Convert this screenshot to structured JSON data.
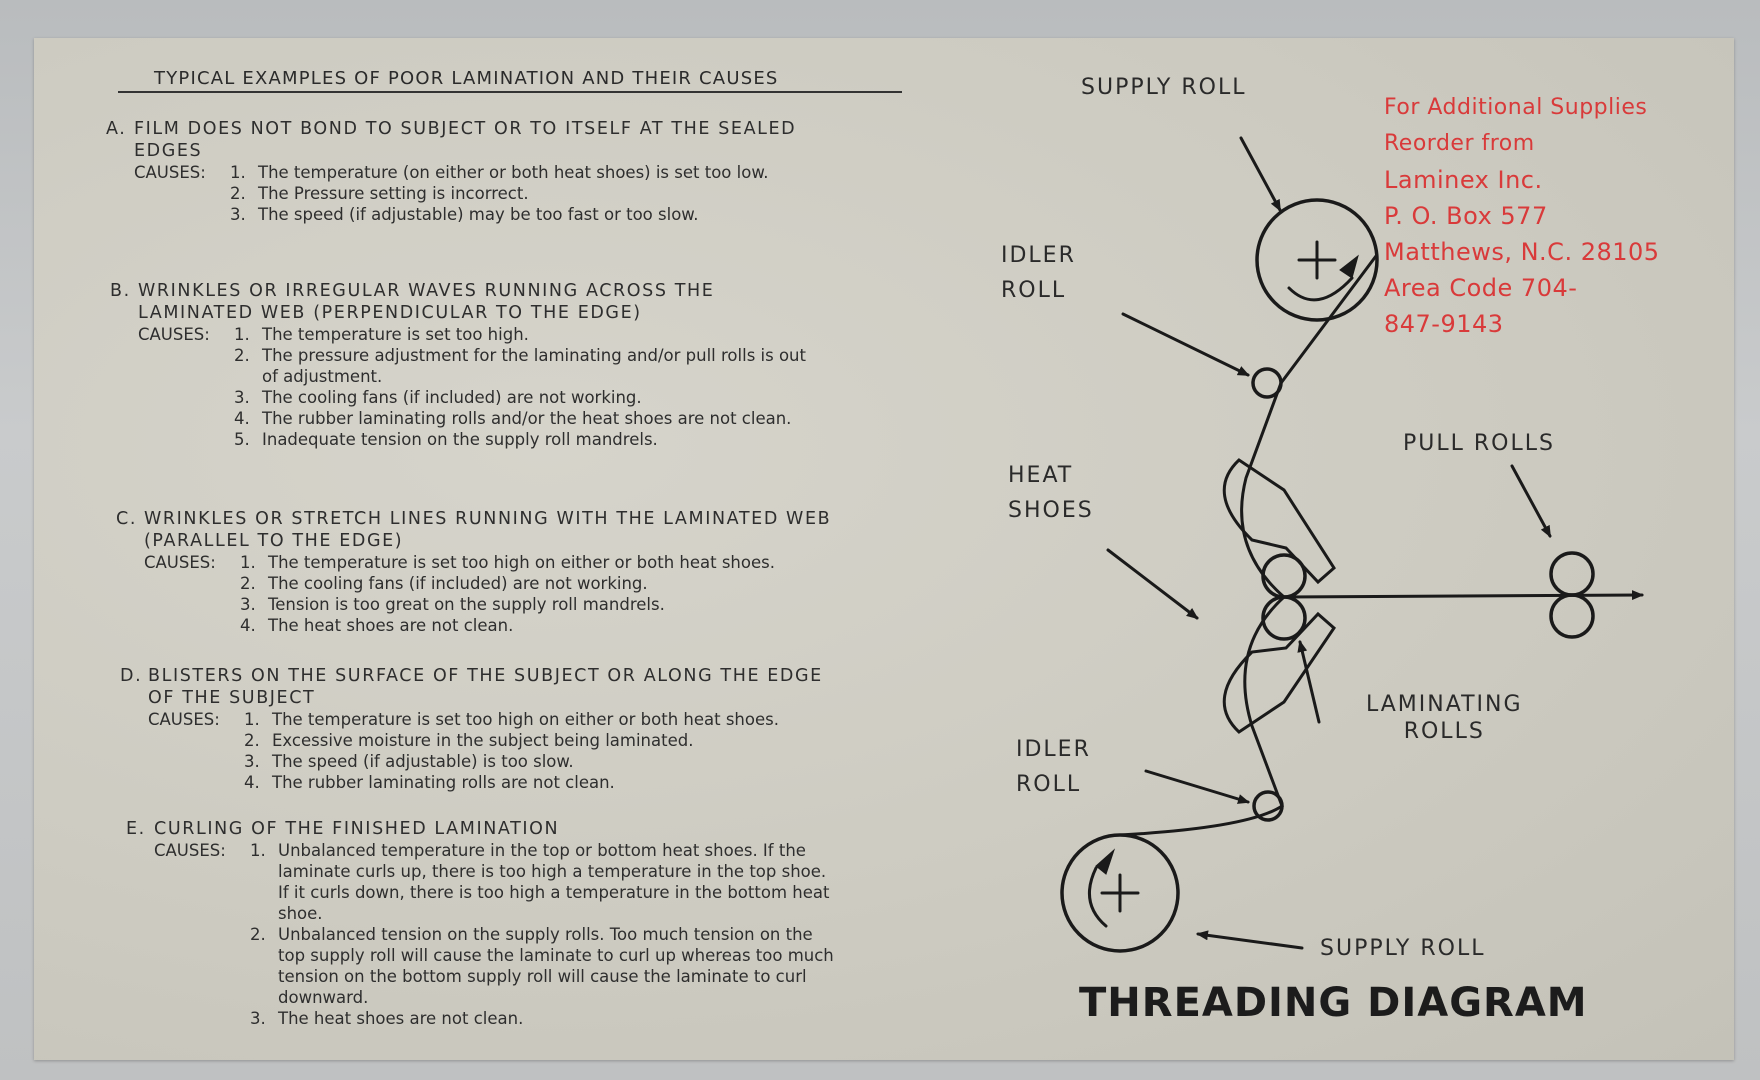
{
  "section_title": "TYPICAL EXAMPLES OF POOR LAMINATION AND THEIR CAUSES",
  "causes_label": "CAUSES:",
  "problems": [
    {
      "letter": "A.",
      "title": "FILM DOES NOT BOND TO SUBJECT OR TO ITSELF AT THE SEALED EDGES",
      "causes": [
        {
          "num": "1.",
          "text": "The temperature (on either or both heat shoes) is set too low."
        },
        {
          "num": "2.",
          "text": "The Pressure setting is incorrect."
        },
        {
          "num": "3.",
          "text": "The speed (if adjustable) may be too fast or too slow."
        }
      ]
    },
    {
      "letter": "B.",
      "title": "WRINKLES OR IRREGULAR WAVES RUNNING ACROSS THE LAMINATED WEB (PERPENDICULAR TO THE EDGE)",
      "causes": [
        {
          "num": "1.",
          "text": "The temperature is set too high."
        },
        {
          "num": "2.",
          "text": "The pressure adjustment for the laminating and/or pull rolls is out of adjustment."
        },
        {
          "num": "3.",
          "text": "The cooling fans (if included) are not working."
        },
        {
          "num": "4.",
          "text": "The rubber laminating rolls and/or the heat shoes are not clean."
        },
        {
          "num": "5.",
          "text": "Inadequate tension on the supply roll mandrels."
        }
      ]
    },
    {
      "letter": "C.",
      "title": "WRINKLES OR STRETCH LINES RUNNING WITH THE LAMINATED WEB (PARALLEL TO THE EDGE)",
      "causes": [
        {
          "num": "1.",
          "text": "The temperature is set too high on either or both heat shoes."
        },
        {
          "num": "2.",
          "text": "The cooling fans (if included) are not working."
        },
        {
          "num": "3.",
          "text": "Tension is too great on the supply roll mandrels."
        },
        {
          "num": "4.",
          "text": "The heat shoes are not clean."
        }
      ]
    },
    {
      "letter": "D.",
      "title": "BLISTERS ON THE SURFACE OF THE SUBJECT OR ALONG THE EDGE OF THE SUBJECT",
      "causes": [
        {
          "num": "1.",
          "text": "The temperature is set too high on either or both heat shoes."
        },
        {
          "num": "2.",
          "text": "Excessive moisture in the subject being laminated."
        },
        {
          "num": "3.",
          "text": "The speed (if adjustable) is too slow."
        },
        {
          "num": "4.",
          "text": "The rubber laminating rolls are not clean."
        }
      ]
    },
    {
      "letter": "E.",
      "title": "CURLING OF THE FINISHED LAMINATION",
      "causes": [
        {
          "num": "1.",
          "text": "Unbalanced temperature in the top or bottom heat shoes. If the laminate curls up, there is too high a temperature in the top shoe. If it curls down, there is too high a temperature in the bottom heat shoe."
        },
        {
          "num": "2.",
          "text": "Unbalanced tension on the supply rolls. Too much tension on the top supply roll will cause the laminate to curl up whereas too much tension on the bottom supply roll will cause the laminate to curl downward."
        },
        {
          "num": "3.",
          "text": "The heat shoes are not clean."
        }
      ]
    }
  ],
  "diagram": {
    "title": "THREADING DIAGRAM",
    "labels": {
      "supply_roll_top": "SUPPLY ROLL",
      "idler_top_1": "IDLER",
      "idler_top_2": "ROLL",
      "heat_1": "HEAT",
      "heat_2": "SHOES",
      "pull_rolls": "PULL ROLLS",
      "laminating_1": "LAMINATING",
      "laminating_2": "ROLLS",
      "idler_bottom_1": "IDLER",
      "idler_bottom_2": "ROLL",
      "supply_roll_bottom": "SUPPLY ROLL"
    }
  },
  "reorder": {
    "line1": "For Additional Supplies",
    "line2": "Reorder from",
    "line3": "Laminex Inc.",
    "line4": "P. O. Box 577",
    "line5": "Matthews, N.C. 28105",
    "line6": "Area Code 704-",
    "line7": "847-9143",
    "color": "#d93a3a"
  }
}
